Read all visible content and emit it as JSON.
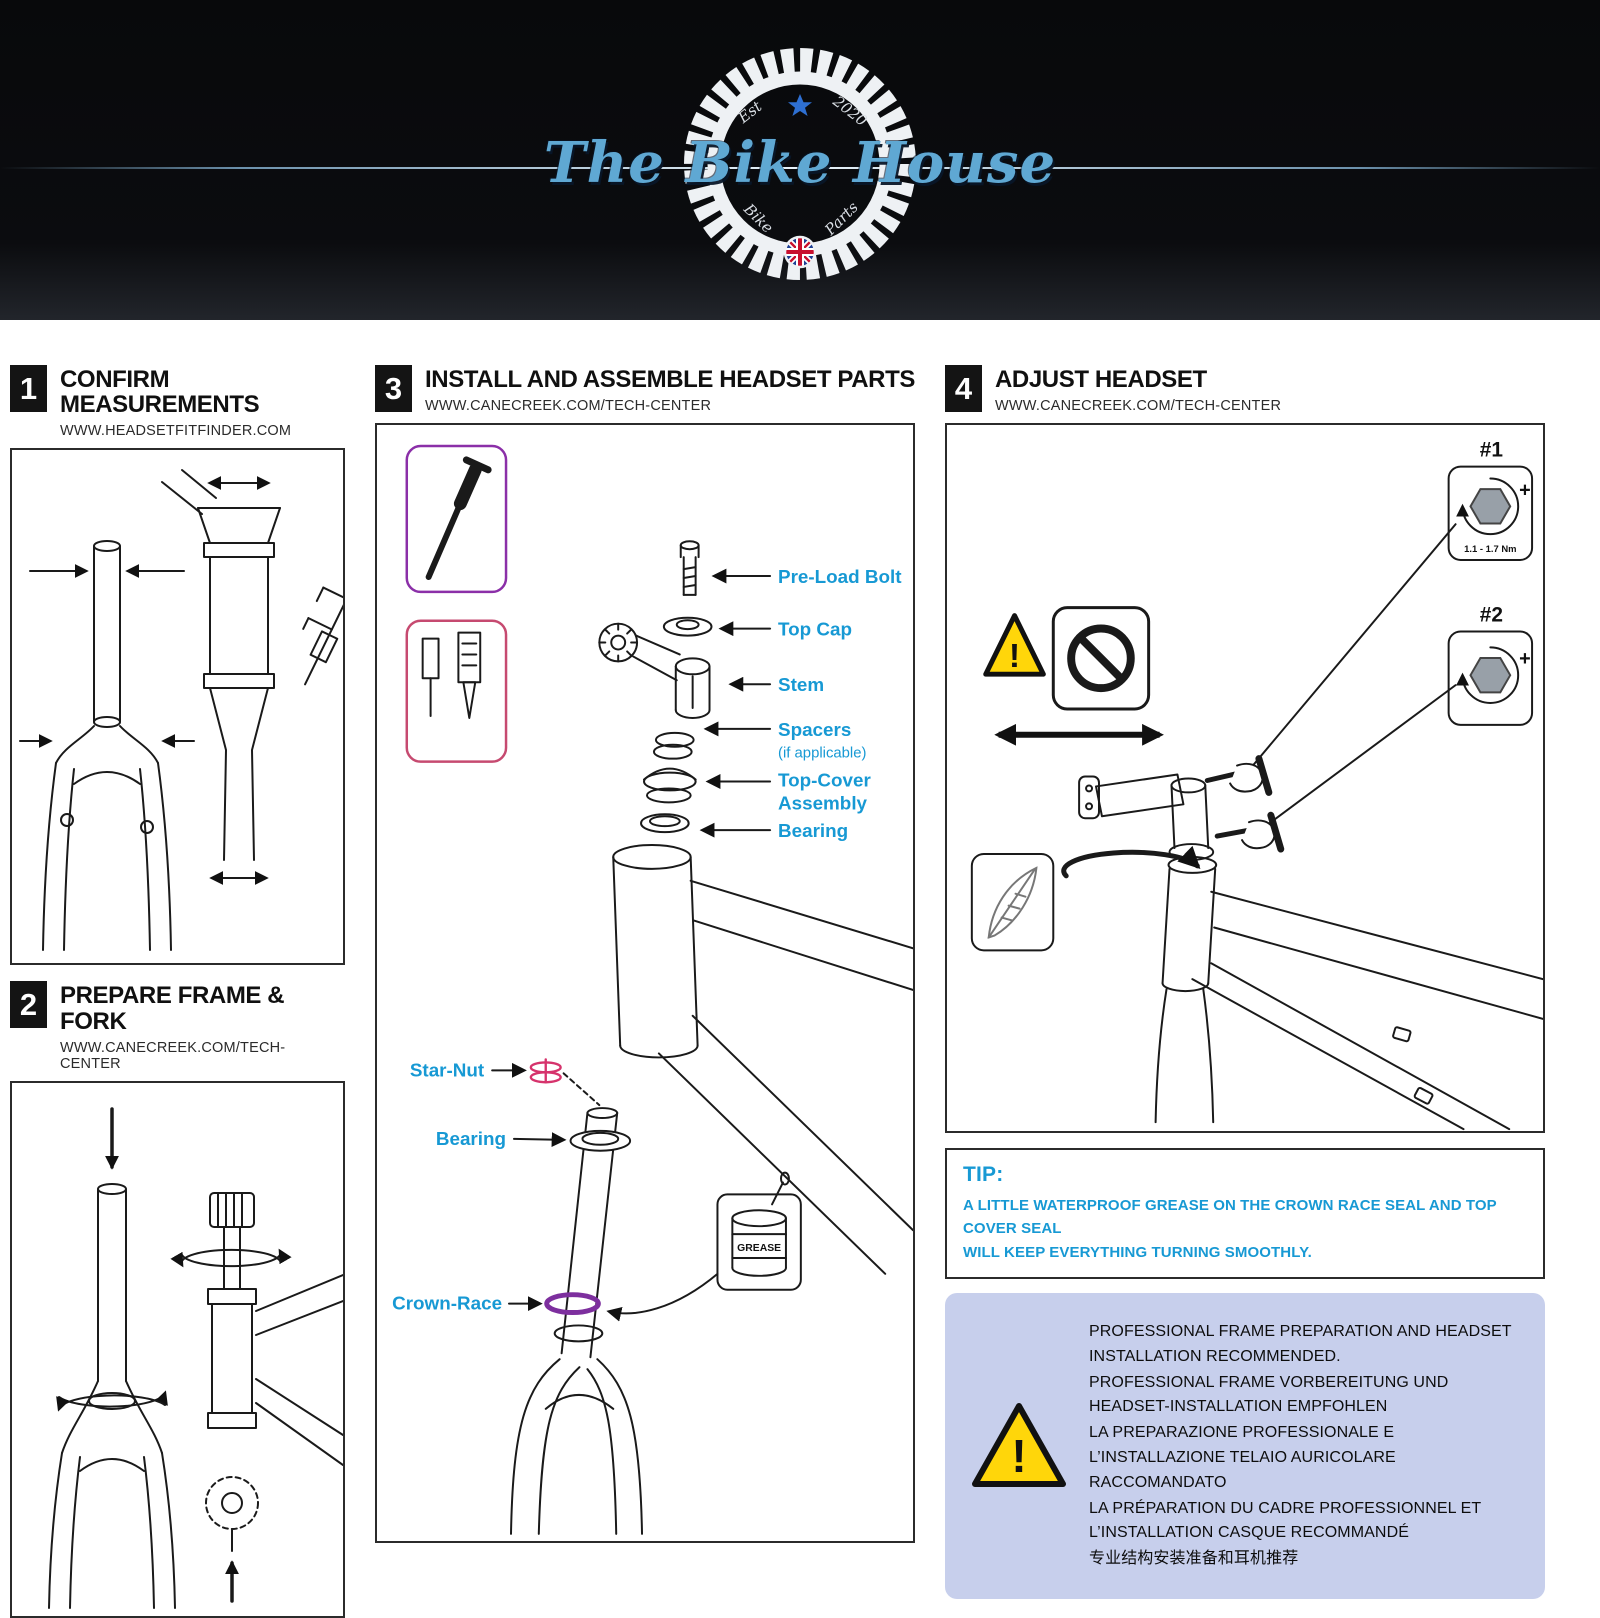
{
  "logo": {
    "brand": "The Bike House",
    "est": "Est",
    "year": "2020",
    "bike": "Bike",
    "parts": "Parts"
  },
  "steps": [
    {
      "number": "1",
      "title": "CONFIRM MEASUREMENTS",
      "url": "WWW.HEADSETFITFINDER.COM"
    },
    {
      "number": "2",
      "title": "PREPARE FRAME & FORK",
      "url": "WWW.CANECREEK.COM/TECH-CENTER"
    },
    {
      "number": "3",
      "title": "INSTALL AND ASSEMBLE HEADSET PARTS",
      "url": "WWW.CANECREEK.COM/TECH-CENTER"
    },
    {
      "number": "4",
      "title": "ADJUST HEADSET",
      "url": "WWW.CANECREEK.COM/TECH-CENTER"
    }
  ],
  "assembly_labels": {
    "preload_bolt": "Pre-Load Bolt",
    "top_cap": "Top Cap",
    "stem": "Stem",
    "spacers": "Spacers",
    "spacers_note": "(if applicable)",
    "top_cover_line1": "Top-Cover",
    "top_cover_line2": "Assembly",
    "bearing_upper": "Bearing",
    "star_nut": "Star-Nut",
    "bearing_lower": "Bearing",
    "crown_race": "Crown-Race",
    "grease": "GREASE"
  },
  "adjust": {
    "step1_label": "#1",
    "step2_label": "#2",
    "torque": "1.1 - 1.7 Nm"
  },
  "icons": {
    "plus": "+",
    "exclamation": "!"
  },
  "tip": {
    "title": "TIP:",
    "line1": "A LITTLE WATERPROOF GREASE ON THE CROWN RACE SEAL AND TOP COVER SEAL",
    "line2": "WILL KEEP EVERYTHING TURNING SMOOTHLY."
  },
  "disclaimer": {
    "en": "PROFESSIONAL FRAME PREPARATION AND HEADSET INSTALLATION RECOMMENDED.",
    "de": "PROFESSIONAL FRAME VORBEREITUNG UND HEADSET-INSTALLATION EMPFOHLEN",
    "it": "LA PREPARAZIONE PROFESSIONALE E L’INSTALLAZIONE TELAIO AURICOLARE RACCOMANDATO",
    "fr": "LA PRÉPARATION DU CADRE PROFESSIONNEL ET L’INSTALLATION CASQUE RECOMMANDÉ",
    "zh": "专业结构安装准备和耳机推荐"
  },
  "colors": {
    "label_blue": "#1799d4",
    "star_nut_pink": "#d6336c",
    "crown_race_purple": "#7d2f9e",
    "warning_yellow": "#ffd60a",
    "disclaimer_bg": "#c7cfec"
  }
}
